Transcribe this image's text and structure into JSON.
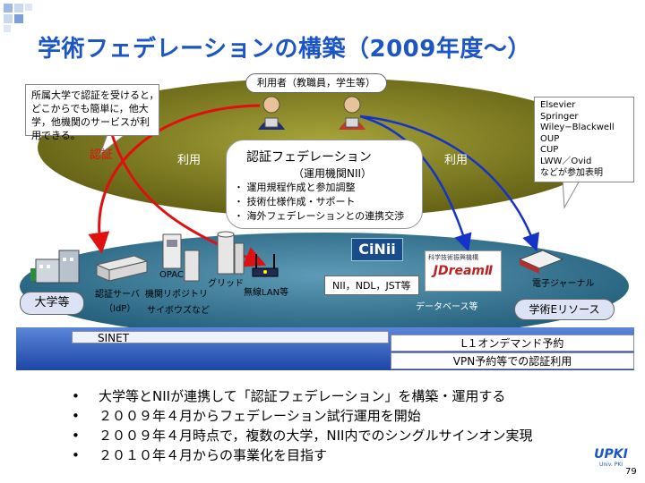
{
  "title": "学術フェデレーションの構築（2009年度～）",
  "users_label": "利用者（教職員，学生等）",
  "left_callout": [
    "所属大学で認証を受けると，",
    "どこからでも簡単に，他大",
    "学，他機関のサービスが利",
    "用できる。"
  ],
  "right_callout": [
    "Elsevier",
    "Springer",
    "Wiley−Blackwell",
    "OUP",
    "CUP",
    "LWW／Ovid",
    "などが参加表明"
  ],
  "auth_label": "認証",
  "use_left": "利用",
  "use_right": "利用",
  "federation": {
    "title": "認証フェデレーション",
    "subtitle": "（運用機関NII）",
    "items": [
      "・ 運用規程作成と参加調整",
      "・ 技術仕様作成・サポート",
      "・ 海外フェデレーションとの連携交渉"
    ]
  },
  "university": {
    "badge": "大学等",
    "auth_server": "認証サーバ",
    "idp": "（IdP）",
    "opac": "OPAC",
    "repository": "機関リポジトリ",
    "garoon": "サイボウズなど",
    "grid": "グリッド",
    "wlan": "無線LAN等"
  },
  "services": {
    "cinii_logo": "CiNii",
    "nii_ndl_jst": "NII，NDL，JST等",
    "jdream_logo": "JDreamⅡ",
    "jdream_top": "科学技術振興機構",
    "database": "データベース等",
    "ejournal": "電子ジャーナル",
    "eresource": "学術Eリソース"
  },
  "sinet": {
    "label": "SINET",
    "l1": "L１オンデマンド予約",
    "vpn": "VPN予約等での認証利用"
  },
  "bullets": [
    "大学等とNIIが連携して「認証フェデレーション」を構築・運用する",
    "２００９年４月からフェデレーション試行運用を開始",
    "２００９年４月時点で，複数の大学，NII内でのシングルサインオン実現",
    "２０１０年４月からの事業化を目指す"
  ],
  "logo": {
    "text": "UPKI",
    "sub": "Univ. PKI"
  },
  "page_number": "79",
  "colors": {
    "title": "#1c56c4",
    "olive": "#7e7a22",
    "band_blue": "#2a5ab8",
    "red_arrow": "#e01010",
    "blue_arrow": "#1533c8"
  }
}
